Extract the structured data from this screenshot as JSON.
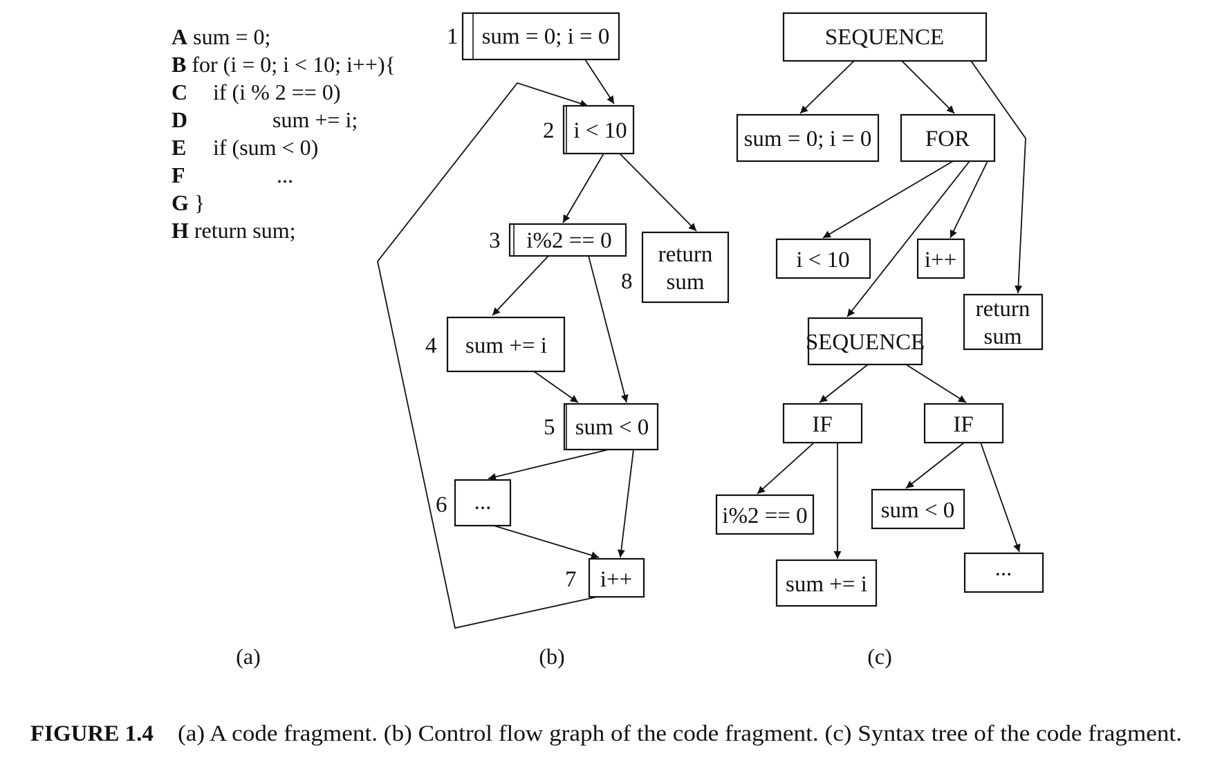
{
  "code_fragment": {
    "lines": [
      {
        "letter": "A",
        "code": "sum = 0;"
      },
      {
        "letter": "B",
        "code": "for (i = 0; i < 10; i++){"
      },
      {
        "letter": "C",
        "code": "if (i % 2 == 0)"
      },
      {
        "letter": "D",
        "code": "sum += i;"
      },
      {
        "letter": "E",
        "code": "if (sum < 0)"
      },
      {
        "letter": "F",
        "code": "..."
      },
      {
        "letter": "G",
        "code": "}"
      },
      {
        "letter": "H",
        "code": "return sum;"
      }
    ]
  },
  "cfg": {
    "nodes": [
      {
        "id": "1",
        "label": "sum = 0; i = 0"
      },
      {
        "id": "2",
        "label": "i < 10"
      },
      {
        "id": "3",
        "label": "i%2 == 0"
      },
      {
        "id": "4",
        "label": "sum += i"
      },
      {
        "id": "5",
        "label": "sum < 0"
      },
      {
        "id": "6",
        "label": "..."
      },
      {
        "id": "7",
        "label": "i++"
      },
      {
        "id": "8",
        "label_line1": "return",
        "label_line2": "sum"
      }
    ]
  },
  "syntax_tree": {
    "root": "SEQUENCE",
    "init": "sum = 0; i = 0",
    "for": "FOR",
    "cond": "i < 10",
    "update": "i++",
    "ret_line1": "return",
    "ret_line2": "sum",
    "body": "SEQUENCE",
    "if1": "IF",
    "if2": "IF",
    "if1_cond": "i%2 == 0",
    "if1_then": "sum += i",
    "if2_cond": "sum < 0",
    "if2_then": "..."
  },
  "panels": {
    "a": "(a)",
    "b": "(b)",
    "c": "(c)"
  },
  "caption": {
    "label": "FIGURE 1.4",
    "text": "(a) A code fragment. (b) Control flow graph of the code fragment. (c) Syntax tree of the code fragment."
  }
}
